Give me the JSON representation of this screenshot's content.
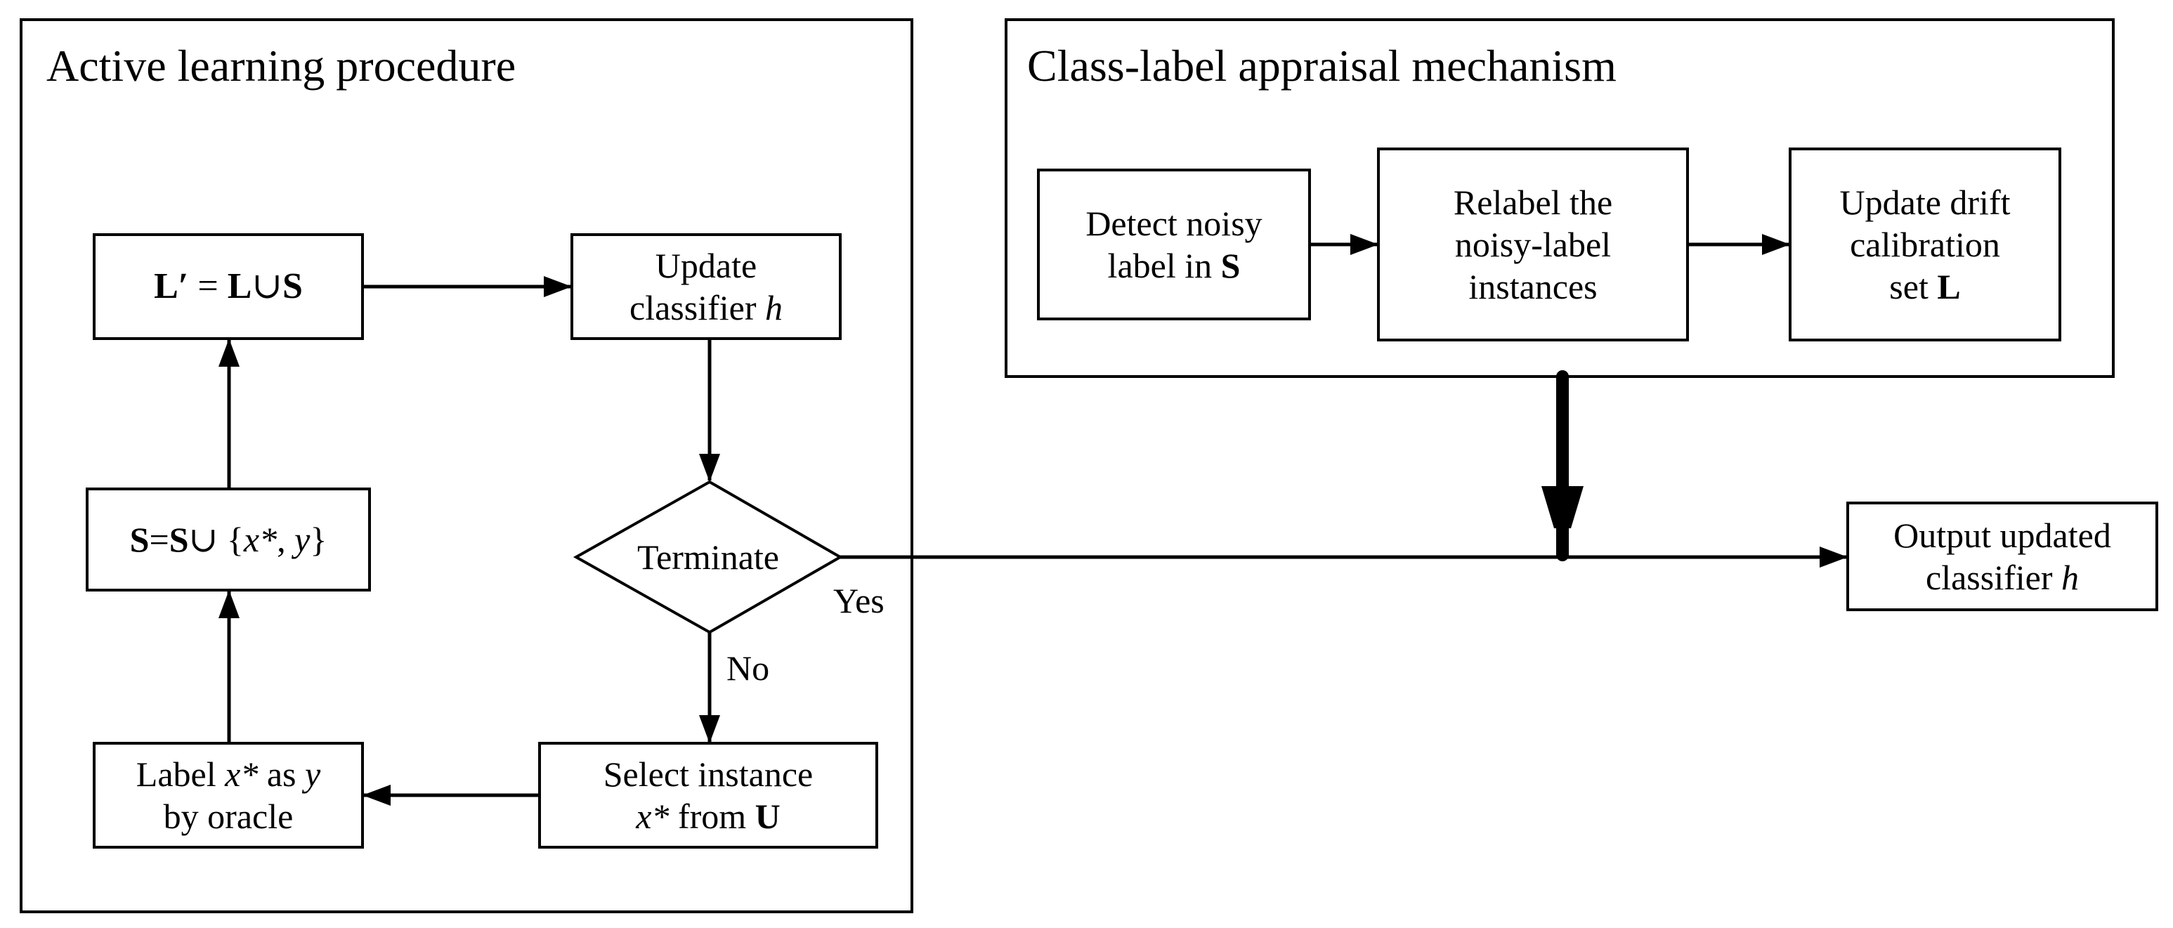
{
  "panels": {
    "active_learning": {
      "title": "Active learning procedure"
    },
    "appraisal": {
      "title": "Class-label appraisal mechanism"
    }
  },
  "nodes": {
    "union_l": {
      "lhs": "L",
      "prime": "′",
      "eq": " = ",
      "a": "L",
      "cup": "∪",
      "b": "S"
    },
    "update_classifier": {
      "line1": "Update",
      "line2": "classifier ",
      "var": "h"
    },
    "terminate": {
      "label": "Terminate"
    },
    "union_s": {
      "s1": "S",
      "eq": "=",
      "s2": "S",
      "cup": "∪ {",
      "x": "x*",
      "comma": ", ",
      "y": "y",
      "close": "}"
    },
    "label_oracle": {
      "pre": "Label ",
      "x": "x*",
      "mid": " as ",
      "y": "y",
      "line2": "by oracle"
    },
    "select_instance": {
      "line1": "Select instance",
      "x": "x*",
      "mid": " from ",
      "u": "U"
    },
    "detect_noisy": {
      "line1": "Detect noisy",
      "line2": "label in ",
      "s": "S"
    },
    "relabel": {
      "line1": "Relabel the",
      "line2": "noisy-label",
      "line3": "instances"
    },
    "update_drift": {
      "line1": "Update drift",
      "line2": "calibration",
      "line3": "set ",
      "l": "L"
    },
    "output": {
      "line1": "Output updated",
      "line2": "classifier ",
      "var": "h"
    }
  },
  "edge_labels": {
    "yes": "Yes",
    "no": "No"
  }
}
